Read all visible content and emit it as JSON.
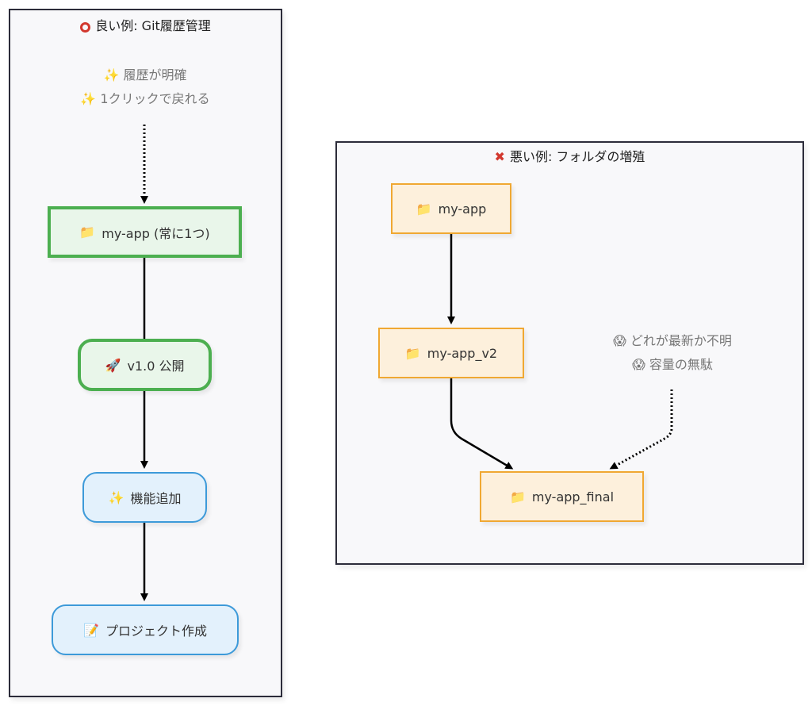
{
  "good_panel": {
    "title_icon": "red-circle-icon",
    "title": "良い例: Git履歴管理",
    "note": {
      "lines": [
        {
          "icon": "sparkles-icon",
          "glyph": "✨",
          "text": "履歴が明確"
        },
        {
          "icon": "sparkles-icon",
          "glyph": "✨",
          "text": "1クリックで戻れる"
        }
      ]
    },
    "nodes": [
      {
        "id": "myapp",
        "icon": "folder-icon",
        "glyph": "📁",
        "label": "my-app (常に1つ)"
      },
      {
        "id": "release",
        "icon": "rocket-icon",
        "glyph": "🚀",
        "label": "v1.0 公開"
      },
      {
        "id": "feature",
        "icon": "sparkles-icon",
        "glyph": "✨",
        "label": "機能追加"
      },
      {
        "id": "create",
        "icon": "memo-icon",
        "glyph": "📝",
        "label": "プロジェクト作成"
      }
    ],
    "edges": [
      {
        "from": "note",
        "to": "myapp",
        "style": "dotted"
      },
      {
        "from": "myapp",
        "to": "release",
        "style": "solid",
        "arrow": false
      },
      {
        "from": "release",
        "to": "feature",
        "style": "solid"
      },
      {
        "from": "feature",
        "to": "create",
        "style": "solid"
      }
    ]
  },
  "bad_panel": {
    "title_icon": "cross-mark-icon",
    "title_glyph": "✖",
    "title": "悪い例: フォルダの増殖",
    "note": {
      "lines": [
        {
          "icon": "screaming-face-icon",
          "glyph": "😱",
          "text": "どれが最新か不明"
        },
        {
          "icon": "screaming-face-icon",
          "glyph": "😱",
          "text": "容量の無駄"
        }
      ]
    },
    "nodes": [
      {
        "id": "myapp",
        "icon": "folder-icon",
        "glyph": "📁",
        "label": "my-app"
      },
      {
        "id": "v2",
        "icon": "folder-icon",
        "glyph": "📁",
        "label": "my-app_v2"
      },
      {
        "id": "final",
        "icon": "folder-icon",
        "glyph": "📁",
        "label": "my-app_final"
      }
    ],
    "edges": [
      {
        "from": "myapp",
        "to": "v2",
        "style": "solid"
      },
      {
        "from": "v2",
        "to": "final",
        "style": "solid"
      },
      {
        "from": "note",
        "to": "final",
        "style": "dotted"
      }
    ]
  }
}
